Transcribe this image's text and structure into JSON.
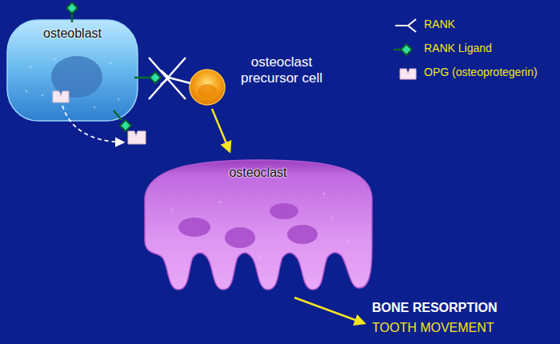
{
  "diagram": {
    "nodes": [
      {
        "text": [
          "osteoblast"
        ]
      },
      {
        "text": [
          "osteoclast precursor cell"
        ]
      },
      {
        "text": [
          "osteoclast"
        ]
      }
    ],
    "edges": [
      {
        "from": 1,
        "to": 2,
        "arrow": "to"
      }
    ],
    "labels": [
      "BONE RESORPTION",
      "TOOTH MOVEMENT"
    ],
    "legend": [
      {
        "text": "RANK"
      },
      {
        "text": "RANK Ligand"
      },
      {
        "text": "OPG (osteoprotegerin)"
      }
    ]
  }
}
